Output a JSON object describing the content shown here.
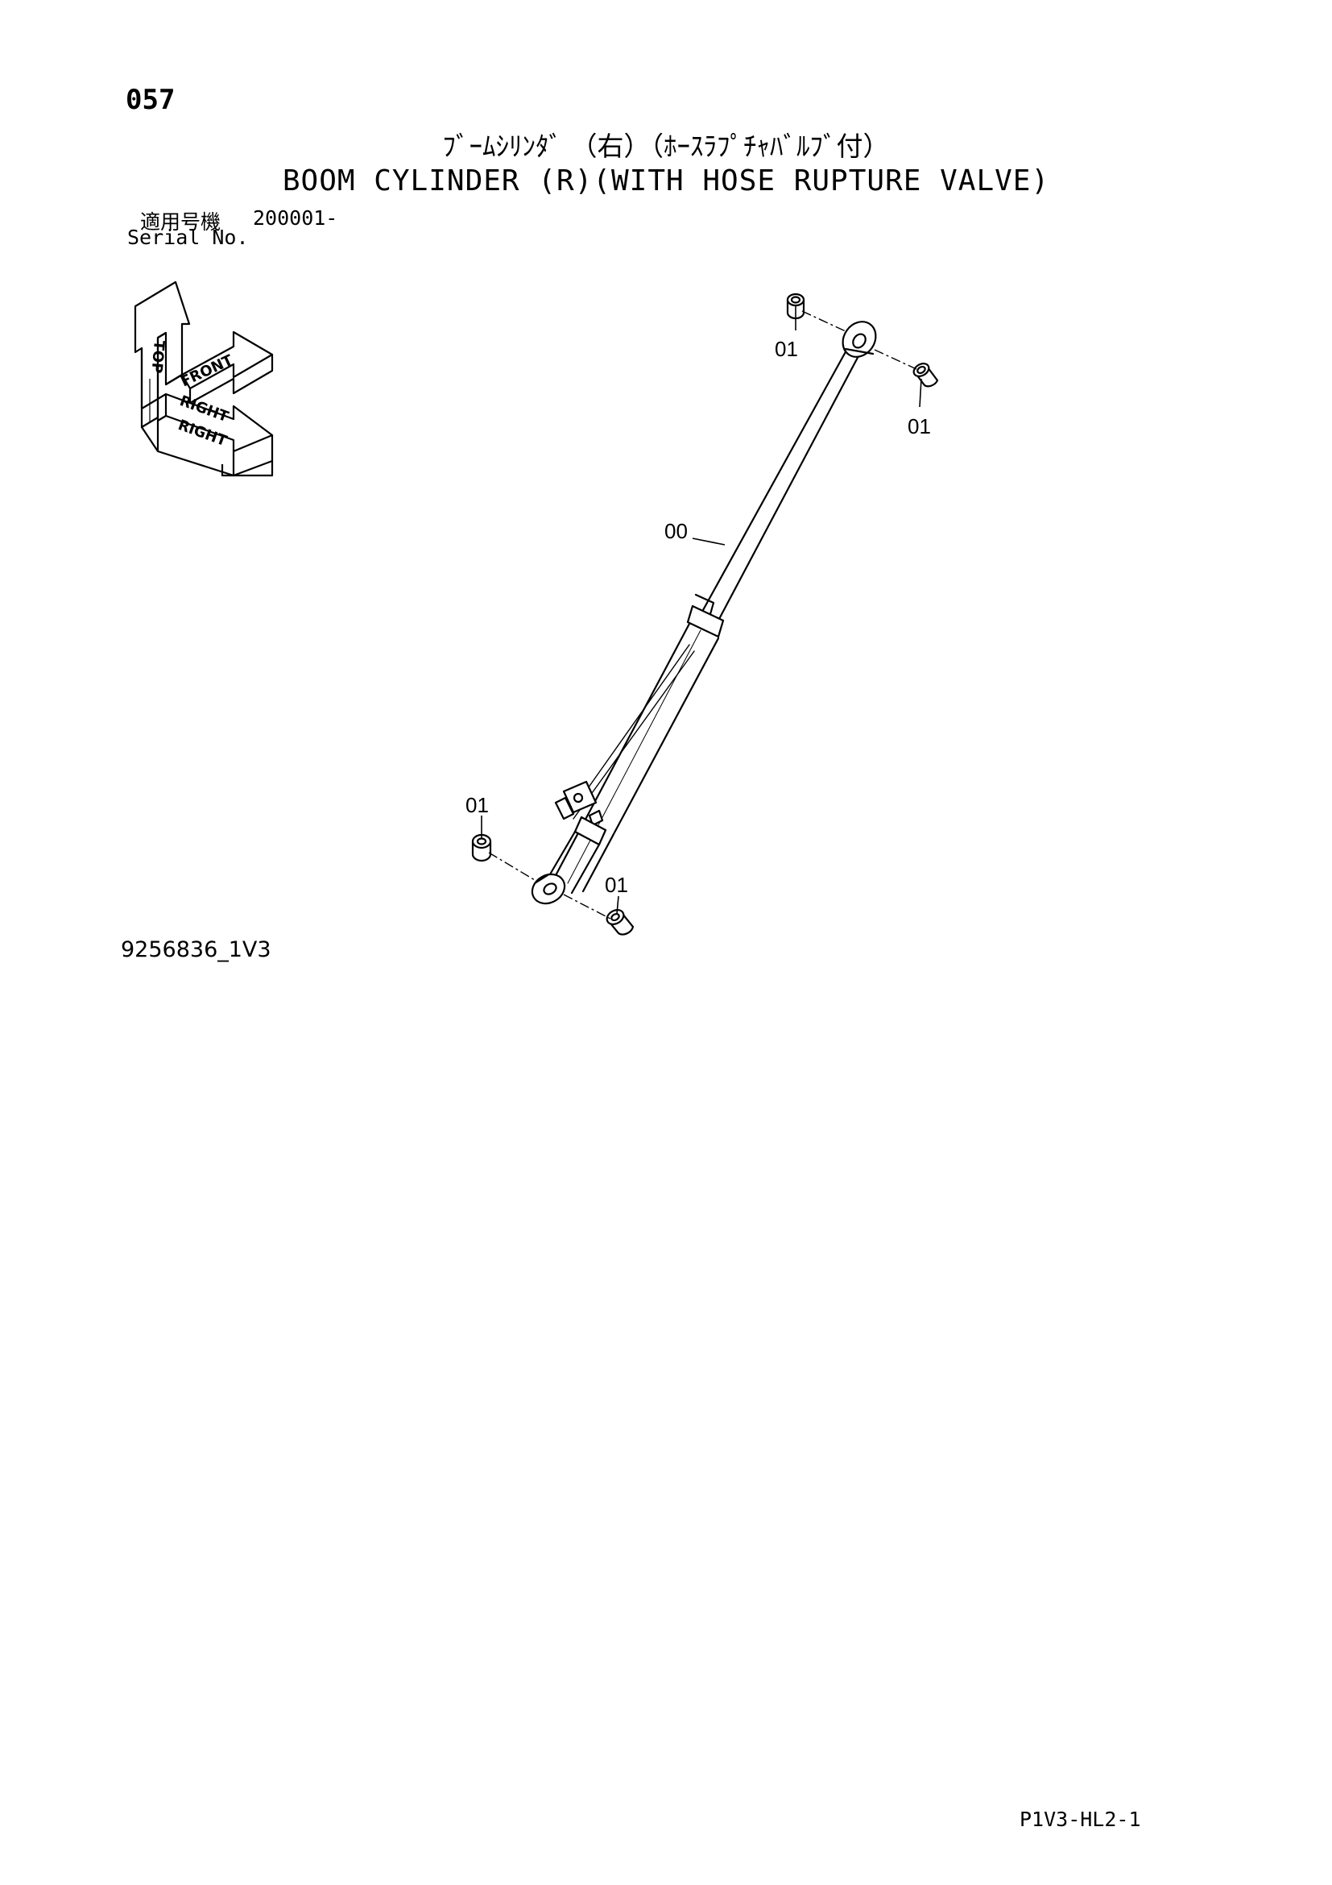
{
  "header": {
    "page_number": "057",
    "title_jp": "ﾌﾞｰﾑｼﾘﾝﾀﾞ （右）（ﾎｰｽﾗﾌﾟﾁｬﾊﾞﾙﾌﾞ付）",
    "title_en": "BOOM CYLINDER (R)(WITH HOSE RUPTURE VALVE)",
    "serial_label_jp": "適用号機",
    "serial_value": "200001-",
    "serial_label_en": "Serial No."
  },
  "orientation_cube": {
    "top": "TOP",
    "front": "FRONT",
    "right": "RIGHT"
  },
  "callouts": {
    "part_00": "00",
    "part_01": "01"
  },
  "footer": {
    "drawing_id": "9256836_1V3",
    "page_code": "P1V3-HL2-1"
  }
}
